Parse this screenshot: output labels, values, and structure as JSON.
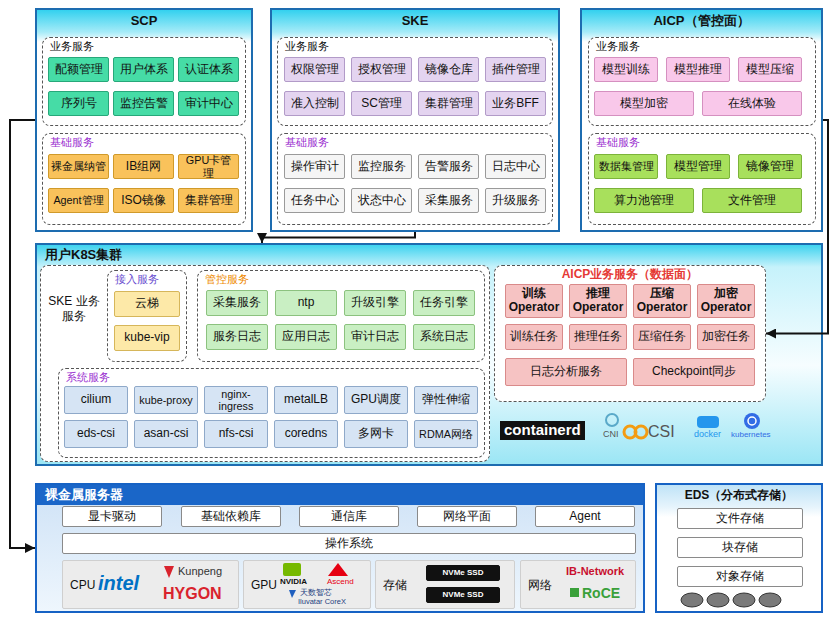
{
  "diagram": {
    "nodes": [
      {
        "text": [
          "SCP"
        ]
      },
      {
        "text": [
          "业务服务"
        ],
        "in": 0
      },
      {
        "text": [
          "配额管理"
        ],
        "in": 1
      },
      {
        "text": [
          "用户体系"
        ],
        "in": 1
      },
      {
        "text": [
          "认证体系"
        ],
        "in": 1
      },
      {
        "text": [
          "序列号"
        ],
        "in": 1
      },
      {
        "text": [
          "监控告警"
        ],
        "in": 1
      },
      {
        "text": [
          "审计中心"
        ],
        "in": 1
      },
      {
        "text": [
          "基础服务"
        ],
        "in": 0
      },
      {
        "text": [
          "裸金属纳管"
        ],
        "in": 8
      },
      {
        "text": [
          "IB组网"
        ],
        "in": 8
      },
      {
        "text": [
          "GPU卡管理"
        ],
        "in": 8
      },
      {
        "text": [
          "Agent管理"
        ],
        "in": 8
      },
      {
        "text": [
          "ISO镜像"
        ],
        "in": 8
      },
      {
        "text": [
          "集群管理"
        ],
        "in": 8
      },
      {
        "text": [
          "SKE"
        ]
      },
      {
        "text": [
          "业务服务"
        ],
        "in": 15
      },
      {
        "text": [
          "权限管理"
        ],
        "in": 16
      },
      {
        "text": [
          "授权管理"
        ],
        "in": 16
      },
      {
        "text": [
          "镜像仓库"
        ],
        "in": 16
      },
      {
        "text": [
          "插件管理"
        ],
        "in": 16
      },
      {
        "text": [
          "准入控制"
        ],
        "in": 16
      },
      {
        "text": [
          "SC管理"
        ],
        "in": 16
      },
      {
        "text": [
          "集群管理"
        ],
        "in": 16
      },
      {
        "text": [
          "业务BFF"
        ],
        "in": 16
      },
      {
        "text": [
          "基础服务"
        ],
        "in": 15
      },
      {
        "text": [
          "操作审计"
        ],
        "in": 25
      },
      {
        "text": [
          "监控服务"
        ],
        "in": 25
      },
      {
        "text": [
          "告警服务"
        ],
        "in": 25
      },
      {
        "text": [
          "日志中心"
        ],
        "in": 25
      },
      {
        "text": [
          "任务中心"
        ],
        "in": 25
      },
      {
        "text": [
          "状态中心"
        ],
        "in": 25
      },
      {
        "text": [
          "采集服务"
        ],
        "in": 25
      },
      {
        "text": [
          "升级服务"
        ],
        "in": 25
      },
      {
        "text": [
          "AICP（管控面）"
        ]
      },
      {
        "text": [
          "业务服务"
        ],
        "in": 34
      },
      {
        "text": [
          "模型训练"
        ],
        "in": 35
      },
      {
        "text": [
          "模型推理"
        ],
        "in": 35
      },
      {
        "text": [
          "模型压缩"
        ],
        "in": 35
      },
      {
        "text": [
          "模型加密"
        ],
        "in": 35
      },
      {
        "text": [
          "在线体验"
        ],
        "in": 35
      },
      {
        "text": [
          "基础服务"
        ],
        "in": 34
      },
      {
        "text": [
          "数据集管理"
        ],
        "in": 41
      },
      {
        "text": [
          "模型管理"
        ],
        "in": 41
      },
      {
        "text": [
          "镜像管理"
        ],
        "in": 41
      },
      {
        "text": [
          "算力池管理"
        ],
        "in": 41
      },
      {
        "text": [
          "文件管理"
        ],
        "in": 41
      },
      {
        "text": [
          "用户K8S集群"
        ]
      },
      {
        "text": [
          "SKE 业务服务"
        ],
        "in": 47
      },
      {
        "text": [
          "接入服务"
        ],
        "in": 48
      },
      {
        "text": [
          "云梯"
        ],
        "in": 49
      },
      {
        "text": [
          "kube-vip"
        ],
        "in": 49
      },
      {
        "text": [
          "管控服务"
        ],
        "in": 48
      },
      {
        "text": [
          "采集服务"
        ],
        "in": 52
      },
      {
        "text": [
          "ntp"
        ],
        "in": 52
      },
      {
        "text": [
          "升级引擎"
        ],
        "in": 52
      },
      {
        "text": [
          "任务引擎"
        ],
        "in": 52
      },
      {
        "text": [
          "服务日志"
        ],
        "in": 52
      },
      {
        "text": [
          "应用日志"
        ],
        "in": 52
      },
      {
        "text": [
          "审计日志"
        ],
        "in": 52
      },
      {
        "text": [
          "系统日志"
        ],
        "in": 52
      },
      {
        "text": [
          "系统服务"
        ],
        "in": 48
      },
      {
        "text": [
          "cilium"
        ],
        "in": 61
      },
      {
        "text": [
          "kube-proxy"
        ],
        "in": 61
      },
      {
        "text": [
          "nginx-ingress"
        ],
        "in": 61
      },
      {
        "text": [
          "metalLB"
        ],
        "in": 61
      },
      {
        "text": [
          "GPU调度"
        ],
        "in": 61
      },
      {
        "text": [
          "弹性伸缩"
        ],
        "in": 61
      },
      {
        "text": [
          "eds-csi"
        ],
        "in": 61
      },
      {
        "text": [
          "asan-csi"
        ],
        "in": 61
      },
      {
        "text": [
          "nfs-csi"
        ],
        "in": 61
      },
      {
        "text": [
          "coredns"
        ],
        "in": 61
      },
      {
        "text": [
          "多网卡"
        ],
        "in": 61
      },
      {
        "text": [
          "RDMA网络"
        ],
        "in": 61
      },
      {
        "text": [
          "AICP业务服务（数据面）"
        ],
        "in": 47
      },
      {
        "text": [
          "训练 Operator"
        ],
        "in": 74
      },
      {
        "text": [
          "推理 Operator"
        ],
        "in": 74
      },
      {
        "text": [
          "压缩 Operator"
        ],
        "in": 74
      },
      {
        "text": [
          "加密 Operator"
        ],
        "in": 74
      },
      {
        "text": [
          "训练任务"
        ],
        "in": 74
      },
      {
        "text": [
          "推理任务"
        ],
        "in": 74
      },
      {
        "text": [
          "压缩任务"
        ],
        "in": 74
      },
      {
        "text": [
          "加密任务"
        ],
        "in": 74
      },
      {
        "text": [
          "日志分析服务"
        ],
        "in": 74
      },
      {
        "text": [
          "Checkpoint同步"
        ],
        "in": 74
      },
      {
        "text": [
          "裸金属服务器"
        ]
      },
      {
        "text": [
          "显卡驱动"
        ],
        "in": 85
      },
      {
        "text": [
          "基础依赖库"
        ],
        "in": 85
      },
      {
        "text": [
          "通信库"
        ],
        "in": 85
      },
      {
        "text": [
          "网络平面"
        ],
        "in": 85
      },
      {
        "text": [
          "Agent"
        ],
        "in": 85
      },
      {
        "text": [
          "操作系统"
        ],
        "in": 85
      },
      {
        "text": [
          "CPU"
        ],
        "in": 85
      },
      {
        "text": [
          "GPU"
        ],
        "in": 85
      },
      {
        "text": [
          "存储"
        ],
        "in": 85
      },
      {
        "text": [
          "NVMe SSD"
        ],
        "in": 94
      },
      {
        "text": [
          "NVMe SSD"
        ],
        "in": 94
      },
      {
        "text": [
          "网络"
        ],
        "in": 85
      },
      {
        "text": [
          "EDS（分布式存储）"
        ]
      },
      {
        "text": [
          "文件存储"
        ],
        "in": 98
      },
      {
        "text": [
          "块存储"
        ],
        "in": 98
      },
      {
        "text": [
          "对象存储"
        ],
        "in": 98
      }
    ],
    "edges": [
      {
        "from": 0,
        "to": 85,
        "arrow": "to"
      },
      {
        "from": 15,
        "to": 47,
        "arrow": "to"
      },
      {
        "from": 34,
        "to": 74,
        "arrow": "to"
      }
    ],
    "labels": [
      "containerd",
      "CNI",
      "CSI",
      "docker",
      "kubernetes",
      "intel",
      "Kunpeng",
      "HYGON",
      "NVIDIA",
      "Ascend",
      "天数智芯",
      "Iluvatar CoreX",
      "IB-Network",
      "RoCE"
    ]
  }
}
